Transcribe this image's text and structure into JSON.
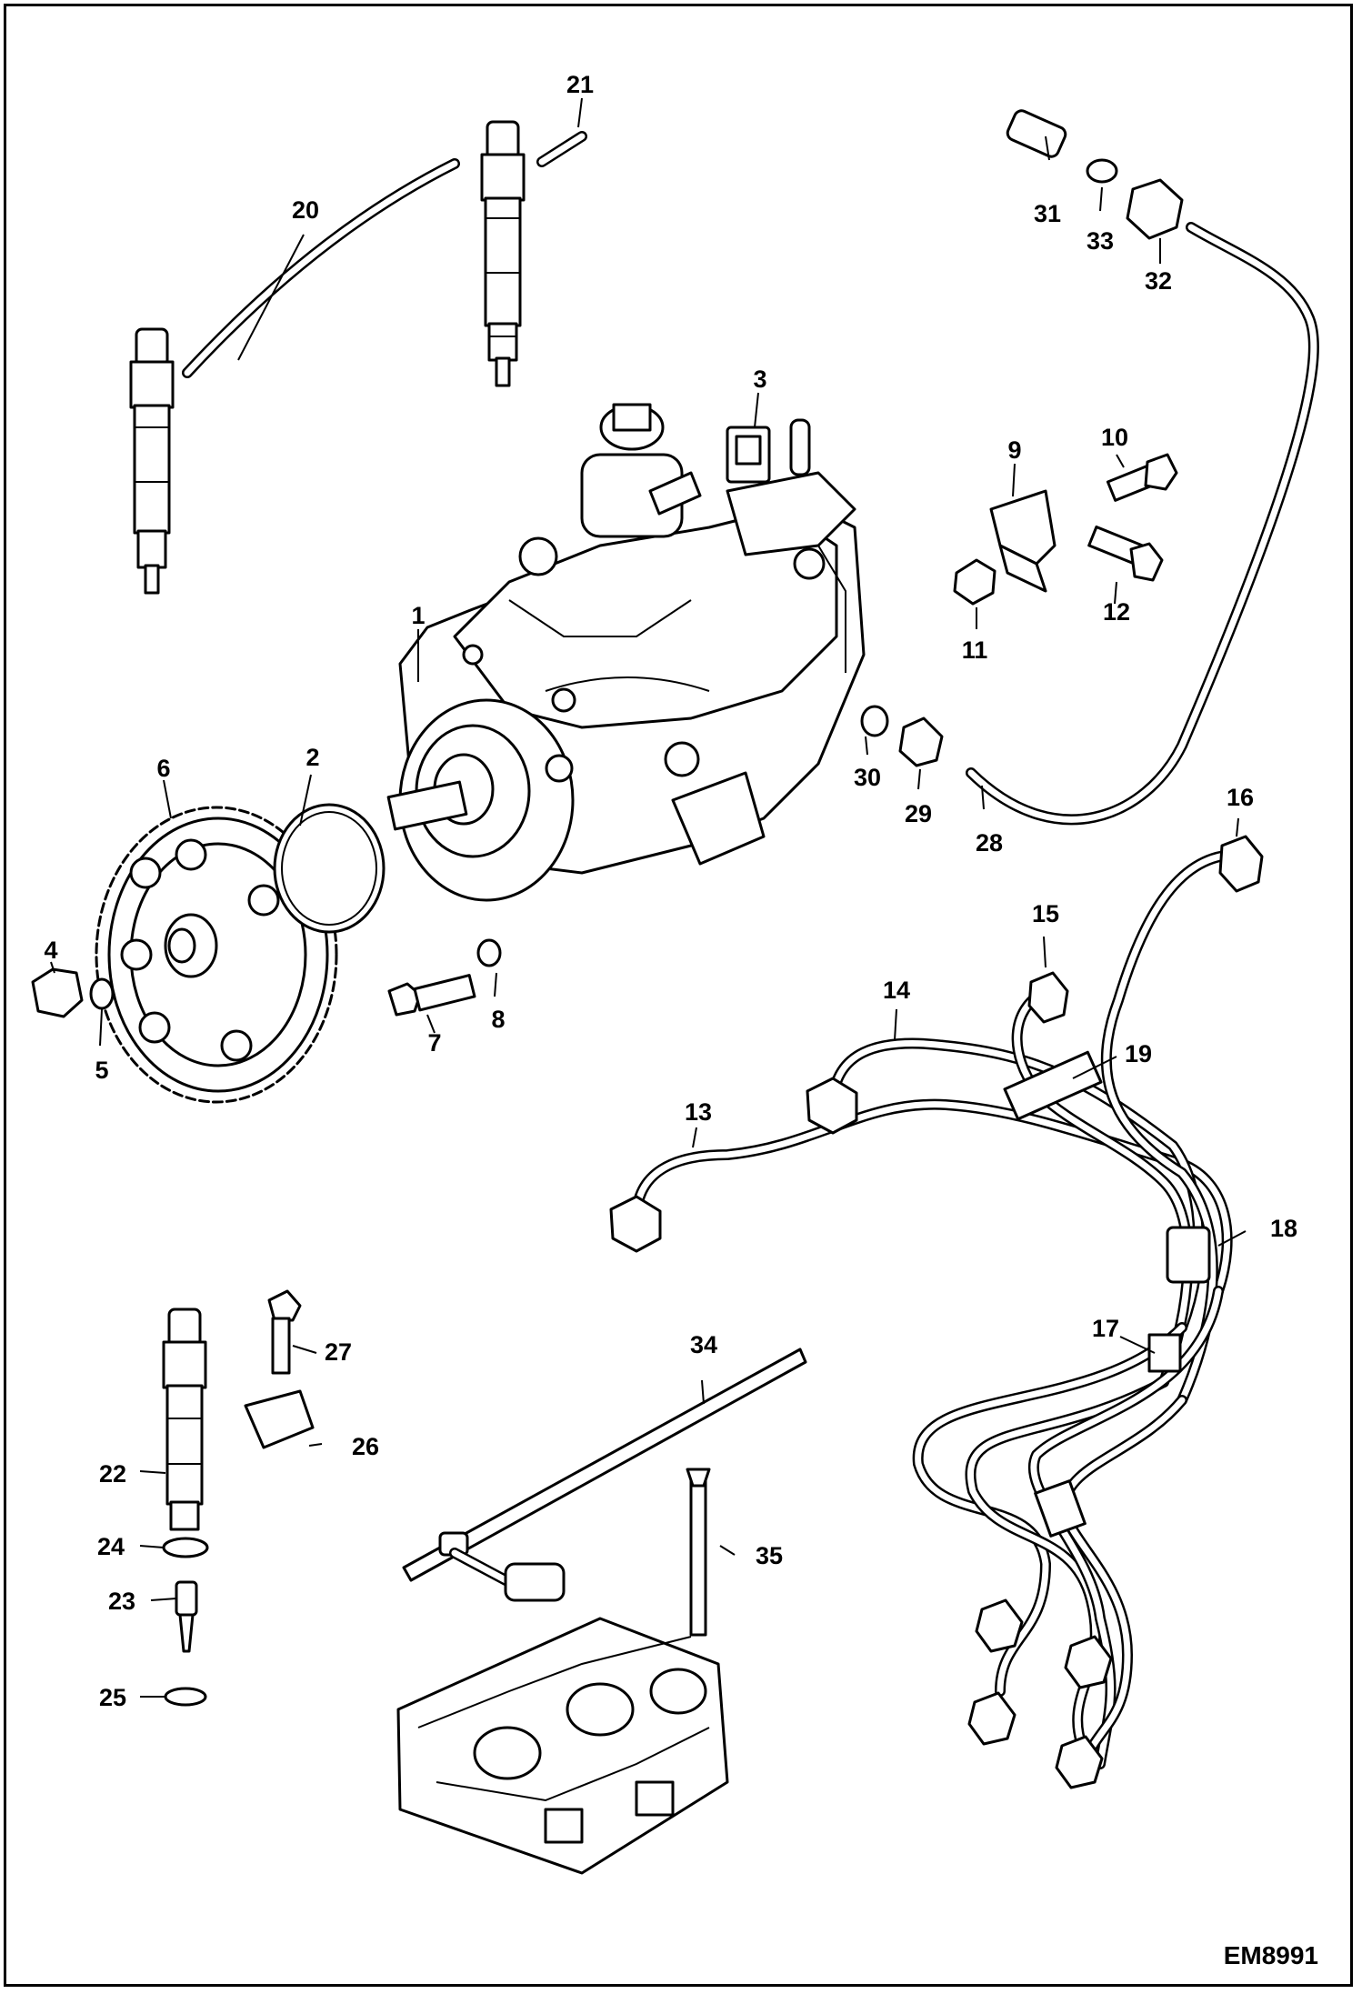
{
  "callouts": [
    {
      "label": "1"
    },
    {
      "label": "2"
    },
    {
      "label": "3"
    },
    {
      "label": "4"
    },
    {
      "label": "5"
    },
    {
      "label": "6"
    },
    {
      "label": "7"
    },
    {
      "label": "8"
    },
    {
      "label": "9"
    },
    {
      "label": "10"
    },
    {
      "label": "11"
    },
    {
      "label": "12"
    },
    {
      "label": "13"
    },
    {
      "label": "14"
    },
    {
      "label": "15"
    },
    {
      "label": "16"
    },
    {
      "label": "17"
    },
    {
      "label": "18"
    },
    {
      "label": "19"
    },
    {
      "label": "20"
    },
    {
      "label": "21"
    },
    {
      "label": "22"
    },
    {
      "label": "23"
    },
    {
      "label": "24"
    },
    {
      "label": "25"
    },
    {
      "label": "26"
    },
    {
      "label": "27"
    },
    {
      "label": "28"
    },
    {
      "label": "29"
    },
    {
      "label": "30"
    },
    {
      "label": "31"
    },
    {
      "label": "32"
    },
    {
      "label": "33"
    },
    {
      "label": "34"
    },
    {
      "label": "35"
    }
  ],
  "figure_code": "EM8991"
}
